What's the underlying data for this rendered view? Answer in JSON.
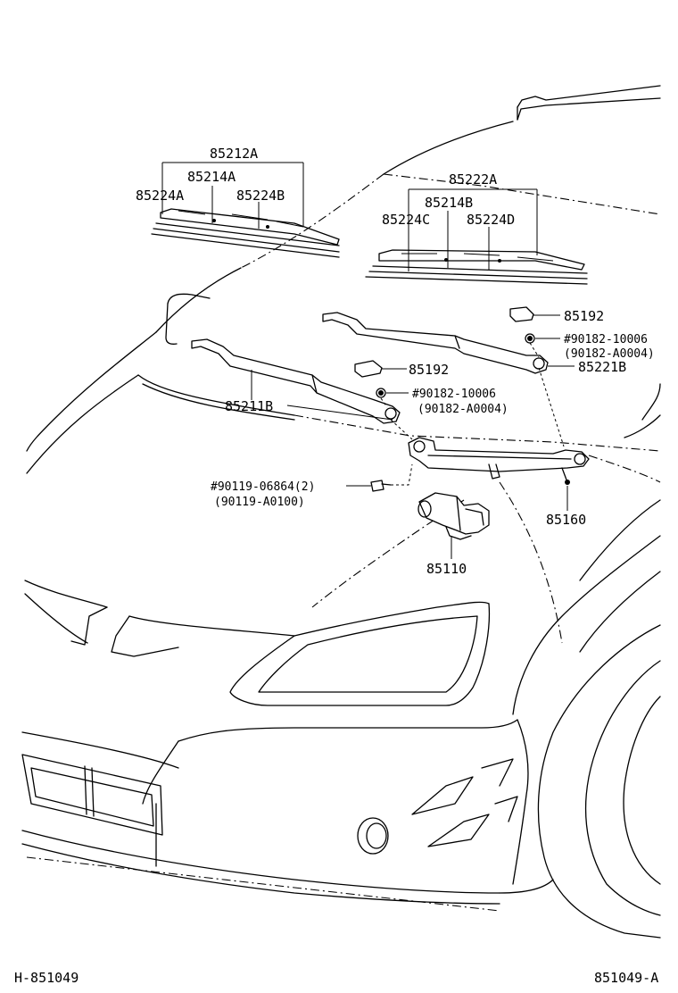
{
  "labels": {
    "p85212A": "85212A",
    "p85214A": "85214A",
    "p85224A": "85224A",
    "p85224B": "85224B",
    "p85222A": "85222A",
    "p85214B": "85214B",
    "p85224C": "85224C",
    "p85224D": "85224D",
    "p85192_upper": "85192",
    "p85192_lower": "85192",
    "nut_upper": "#90182-10006",
    "nut_upper_alt": "(90182-A0004)",
    "p85221B": "85221B",
    "nut_lower": "#90182-10006",
    "nut_lower_alt": "(90182-A0004)",
    "p85211B": "85211B",
    "bolt": "#90119-06864(2)",
    "bolt_alt": "(90119-A0100)",
    "p85160": "85160",
    "p85110": "85110"
  },
  "footer": {
    "left_code": "H-851049",
    "right_code": "851049-A"
  }
}
